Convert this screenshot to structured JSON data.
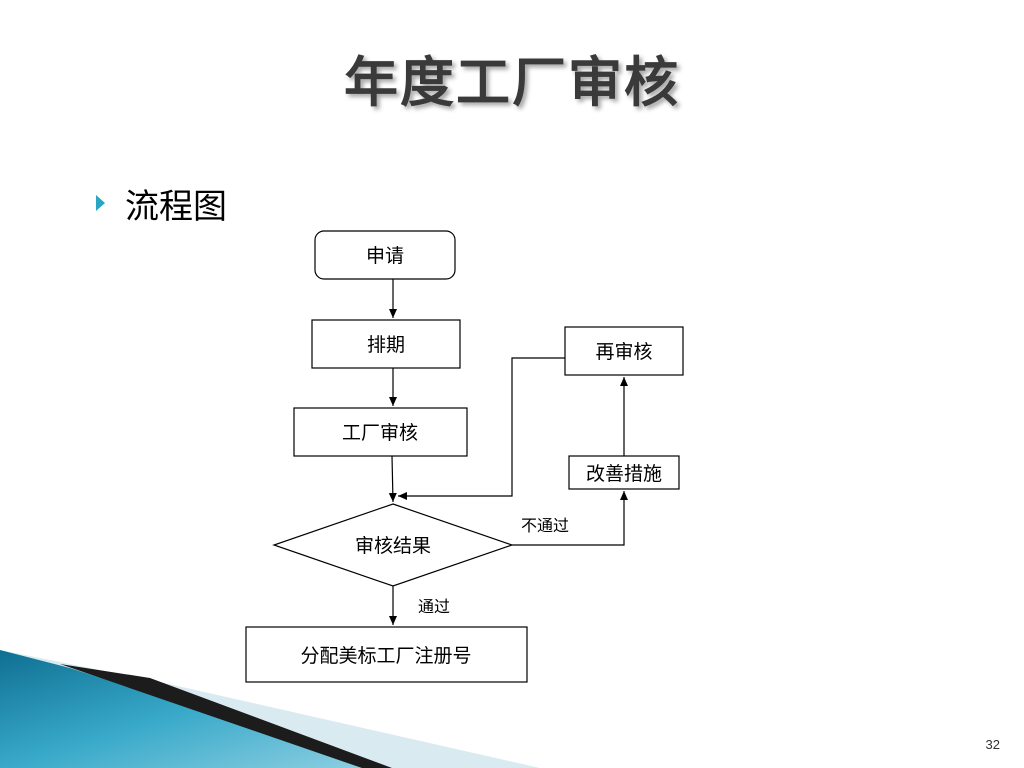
{
  "slide": {
    "title": "年度工厂审核",
    "bullet": "流程图",
    "page_number": "32"
  },
  "colors": {
    "bullet": "#2aa6c4",
    "title_text": "#3a3a3a",
    "decoration_dark": "#1c1c1c",
    "decoration_teal": "#1b7fa0",
    "decoration_light": "#cfe6ee"
  },
  "flowchart": {
    "nodes": {
      "apply": "申请",
      "schedule": "排期",
      "factory_audit": "工厂审核",
      "result": "审核结果",
      "assign": "分配美标工厂注册号",
      "reaudit": "再审核",
      "improve": "改善措施"
    },
    "edges": {
      "fail": "不通过",
      "pass": "通过"
    }
  }
}
